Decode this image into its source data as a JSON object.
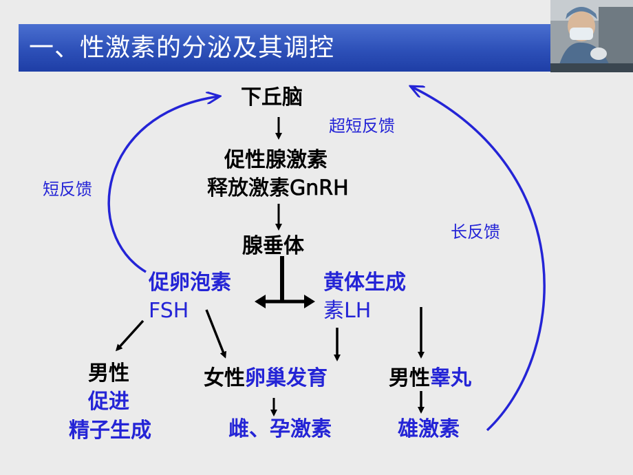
{
  "title": "一、性激素的分泌及其调控",
  "colors": {
    "header": "#2d50b8",
    "blue": "#2424d6",
    "black": "#000000"
  },
  "nodes": {
    "hypothalamus": "下丘脑",
    "gnrh_line1": "促性腺激素",
    "gnrh_line2": "释放激素GnRH",
    "pituitary": "腺垂体",
    "fsh_line1": "促卵泡素",
    "fsh_line2": "FSH",
    "lh_line1": "黄体生成",
    "lh_line2": "素LH",
    "male_line1": "男性",
    "male_line2": "促进",
    "male_line3": "精子生成",
    "female_prefix": "女性",
    "female_suffix": "卵巢发育",
    "estrogen": "雌、孕激素",
    "testis_prefix": "男性",
    "testis_suffix": "睾丸",
    "androgen": "雄激素"
  },
  "feedback": {
    "ultra_short": "超短反馈",
    "short": "短反馈",
    "long": "长反馈"
  }
}
